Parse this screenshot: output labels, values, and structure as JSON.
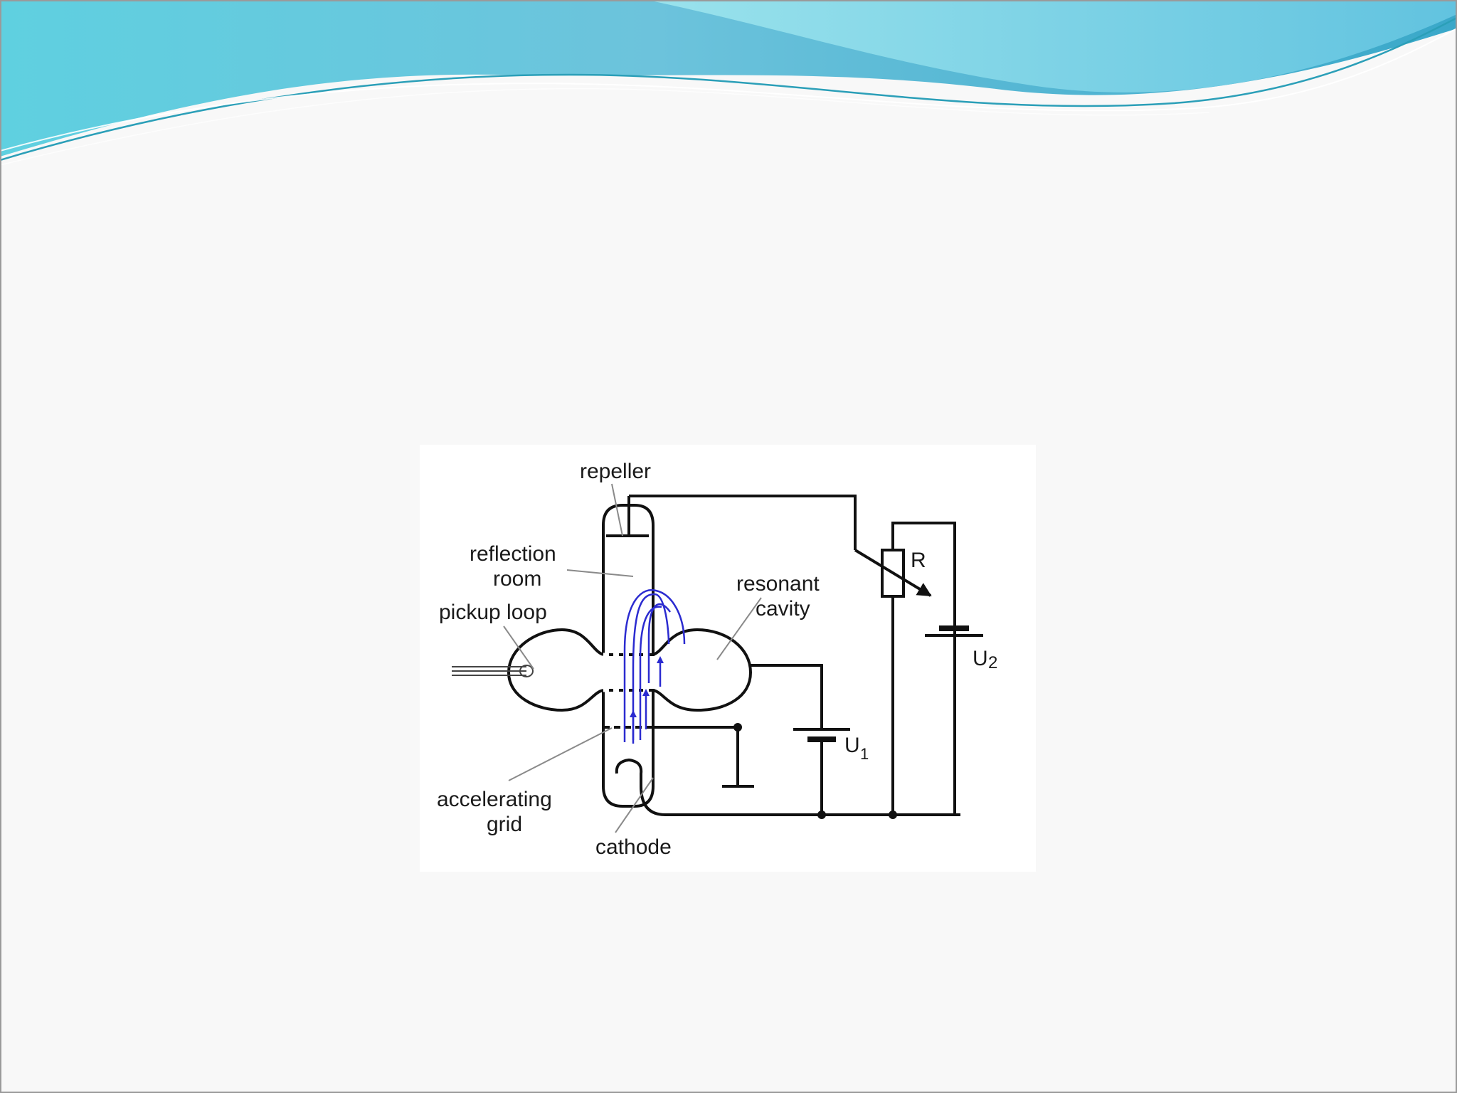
{
  "diagram": {
    "labels": {
      "repeller": "repeller",
      "reflection_room_1": "reflection",
      "reflection_room_2": "room",
      "pickup_loop": "pickup loop",
      "resonant_cavity_1": "resonant",
      "resonant_cavity_2": "cavity",
      "resistor": "R",
      "u2_main": "U",
      "u2_sub": "2",
      "u1_main": "U",
      "u1_sub": "1",
      "accelerating_grid_1": "accelerating",
      "accelerating_grid_2": "grid",
      "cathode": "cathode"
    },
    "colors": {
      "wave_dark": "#3aa8c9",
      "wave_light": "#8ed8e6",
      "electron_beam": "#2b2bd0",
      "wire": "#111111"
    }
  }
}
